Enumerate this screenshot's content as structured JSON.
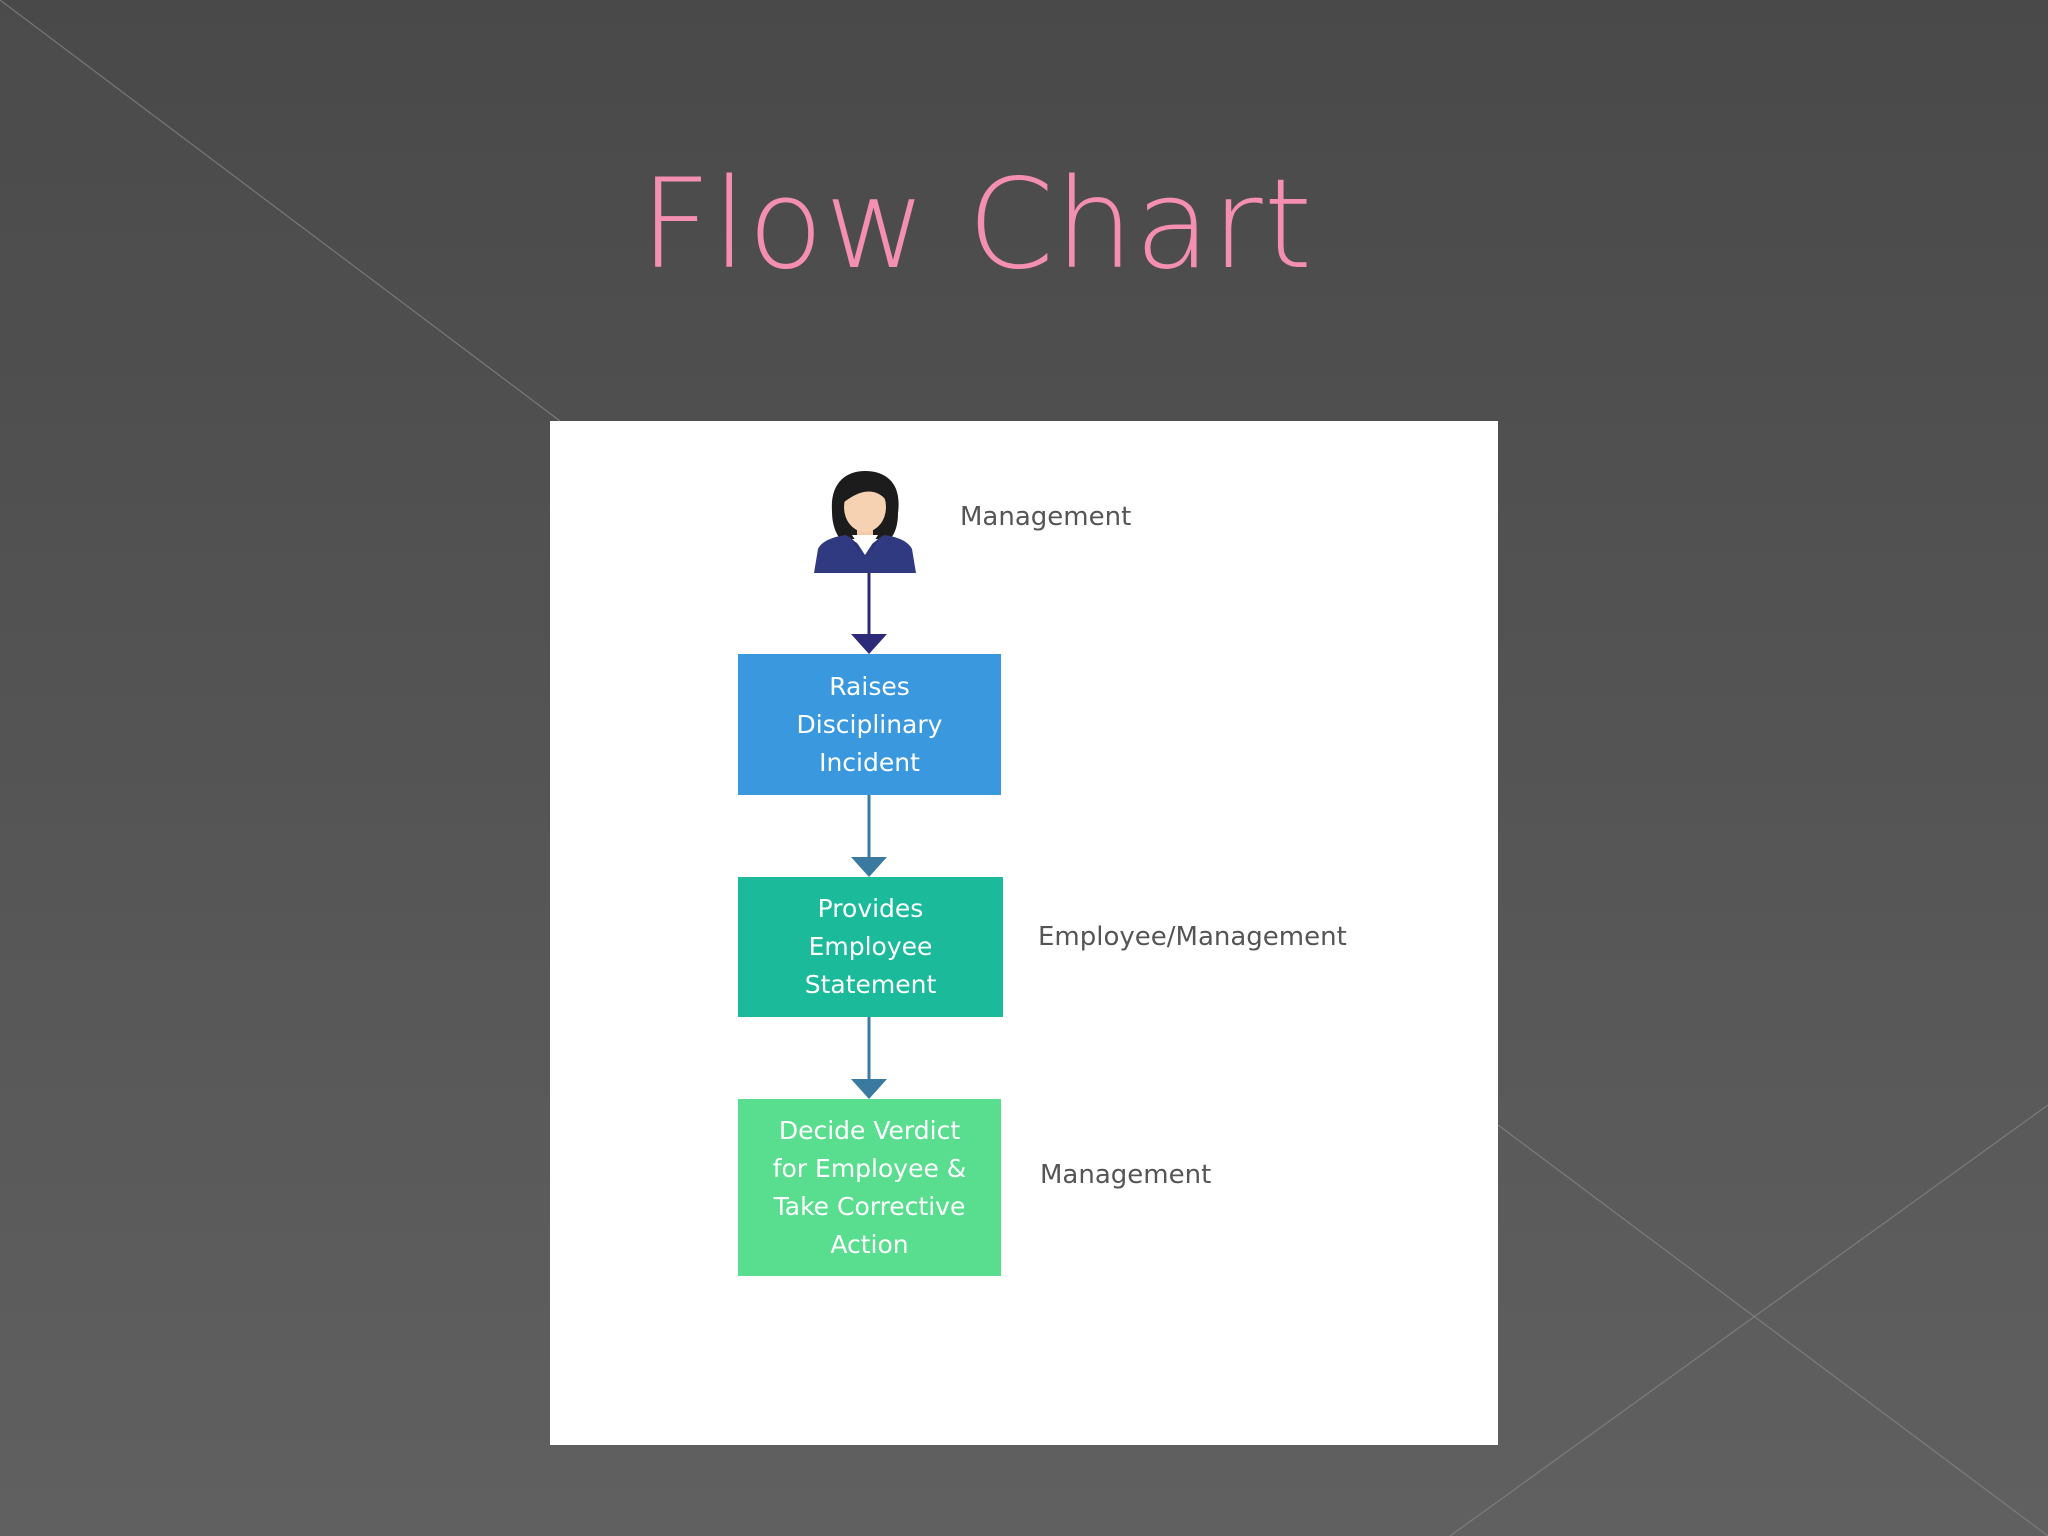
{
  "slide": {
    "title": "Flow Chart"
  },
  "flowchart": {
    "actor": {
      "icon": "user-female-icon",
      "role": "Management"
    },
    "steps": [
      {
        "text": "Raises Disciplinary Incident",
        "color": "#3a99de",
        "role": ""
      },
      {
        "text": "Provides Employee Statement",
        "color": "#1bba9b",
        "role": "Employee/Management"
      },
      {
        "text": "Decide Verdict for Employee & Take Corrective Action",
        "color": "#58de8e",
        "role": "Management"
      }
    ]
  },
  "colors": {
    "title": "#f48fb1",
    "background": "#4b4b4b",
    "panel": "#ffffff",
    "connector_dark": "#2e2a7a",
    "connector": "#3a7aa0"
  }
}
